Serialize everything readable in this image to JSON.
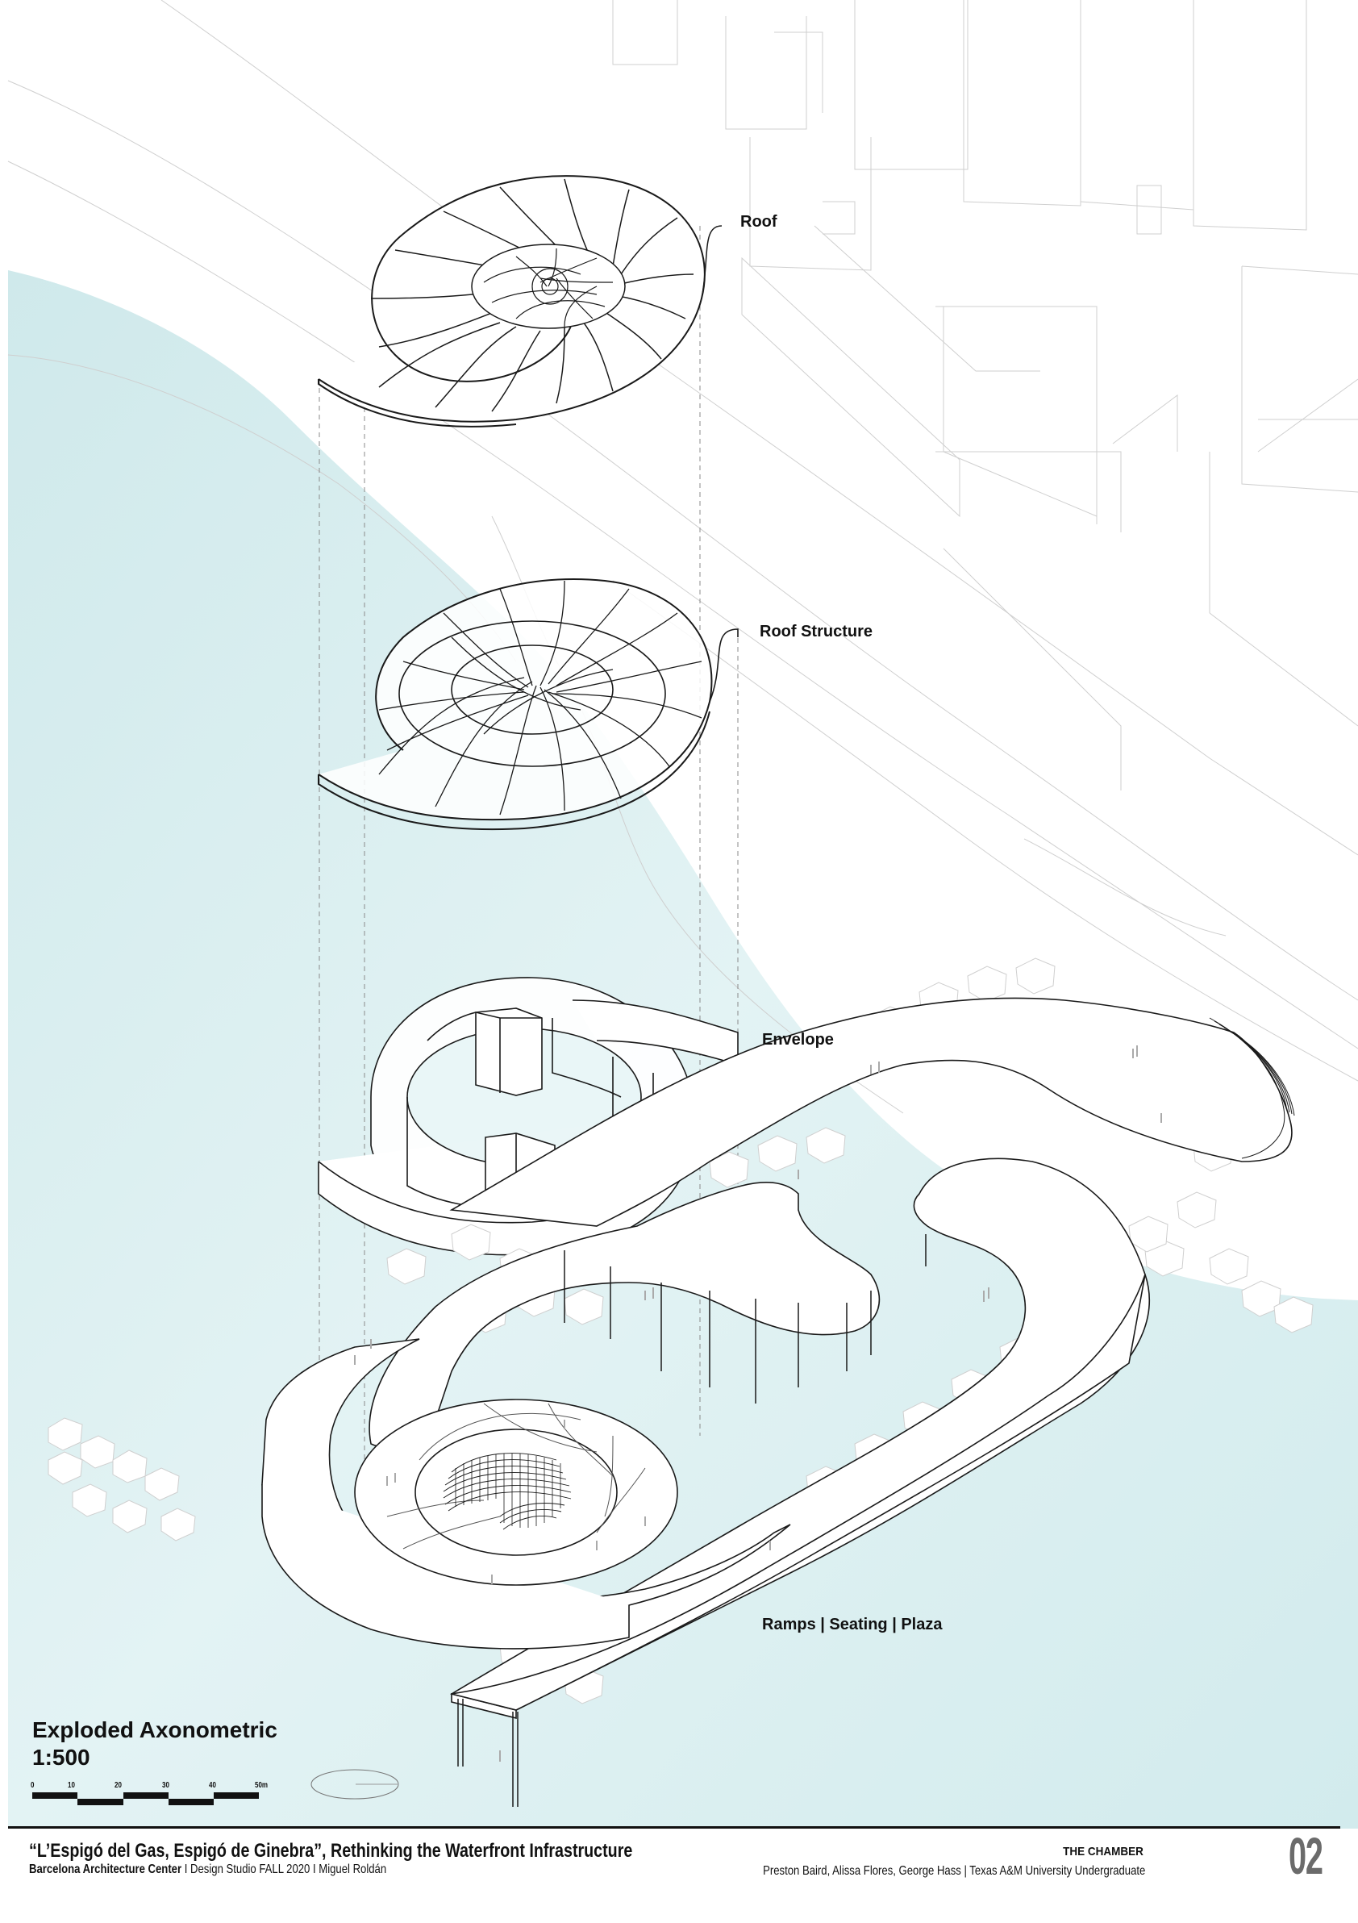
{
  "drawing": {
    "type": "exploded-axonometric",
    "colors": {
      "water": "#d4ecee",
      "water_light": "#e6f4f5",
      "land": "#ffffff",
      "context_line": "#c8c8c8",
      "linework": "#1a1a1a",
      "sheet_number": "#6b6b6b"
    },
    "layers": [
      {
        "id": "roof",
        "label": "Roof"
      },
      {
        "id": "roof-structure",
        "label": "Roof Structure"
      },
      {
        "id": "envelope",
        "label": "Envelope"
      },
      {
        "id": "ramps-seating-plaza",
        "label": "Ramps | Seating | Plaza"
      }
    ]
  },
  "title_block": {
    "title": "Exploded Axonometric",
    "scale": "1:500",
    "scalebar": {
      "ticks": [
        "0",
        "10",
        "20",
        "30",
        "40",
        "50m"
      ]
    }
  },
  "footer": {
    "project_title": "“L’Espigó del Gas, Espigó de Ginebra”, Rethinking the Waterfront Infrastructure",
    "institution": "Barcelona Architecture Center",
    "course": " I Design Studio FALL 2020  I Miguel Roldán",
    "section": "THE CHAMBER",
    "authors": "Preston Baird, Alissa Flores, George Hass | Texas A&M University Undergraduate",
    "sheet_number": "02"
  }
}
